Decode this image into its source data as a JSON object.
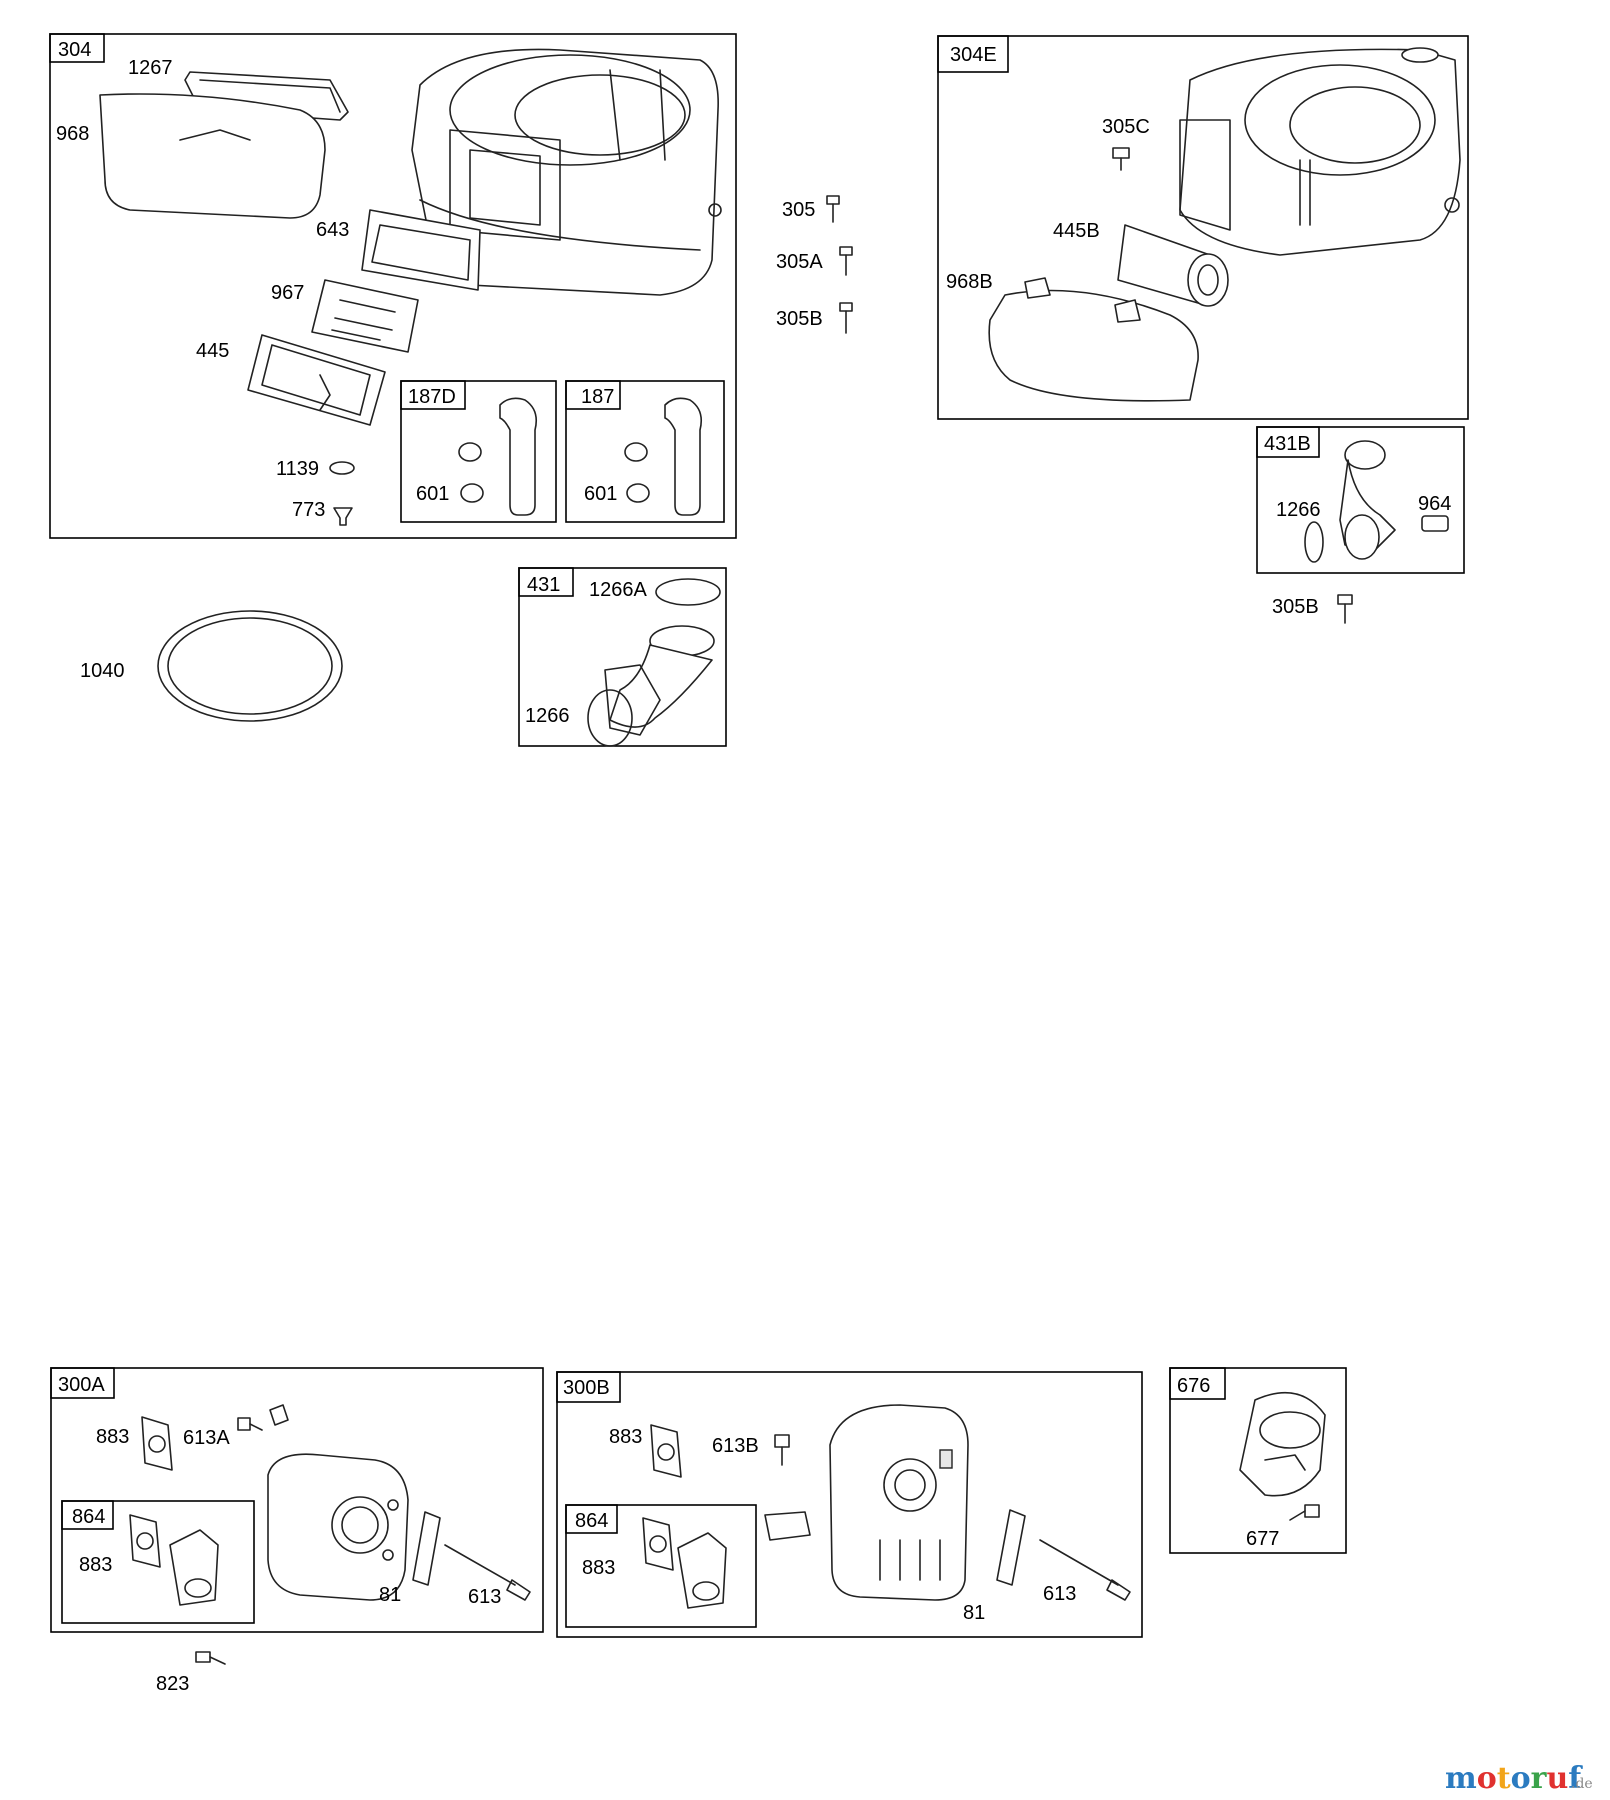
{
  "groups": {
    "g304": "304",
    "g187d": "187D",
    "g187": "187",
    "g431": "431",
    "g304e": "304E",
    "g431b": "431B",
    "g300a": "300A",
    "g864a": "864",
    "g300b": "300B",
    "g864b": "864",
    "g676": "676"
  },
  "parts": {
    "p1267": "1267",
    "p968": "968",
    "p643": "643",
    "p967": "967",
    "p445": "445",
    "p1139": "1139",
    "p773": "773",
    "p601a": "601",
    "p601b": "601",
    "p305": "305",
    "p305a": "305A",
    "p305b": "305B",
    "p305c": "305C",
    "p445b": "445B",
    "p968b": "968B",
    "p1266b": "1266",
    "p964": "964",
    "p305b2": "305B",
    "p1040": "1040",
    "p1266a": "1266A",
    "p1266": "1266",
    "p883a": "883",
    "p613a": "613A",
    "p883a2": "883",
    "p81a": "81",
    "p613a2": "613",
    "p823": "823",
    "p883b": "883",
    "p613b": "613B",
    "p883b2": "883",
    "p81b": "81",
    "p613b2": "613",
    "p677": "677"
  },
  "watermark": {
    "brand": "motoruf",
    "tld": ".de",
    "letter_colors": [
      "#2b7bc0",
      "#e0312f",
      "#f2a51a",
      "#2b7bc0",
      "#3aa34a",
      "#e0312f",
      "#2b7bc0"
    ]
  }
}
